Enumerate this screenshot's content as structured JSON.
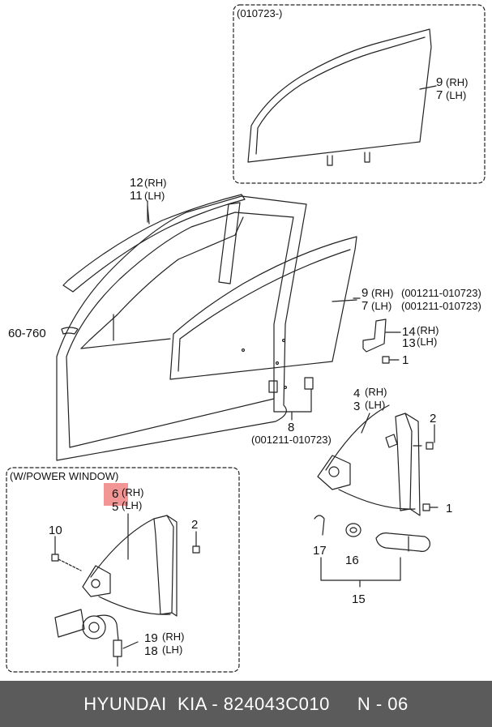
{
  "boxes": {
    "top_label": "(010723-)",
    "power_label": "(W/POWER WINDOW)"
  },
  "callouts": {
    "glass_top": {
      "num": "9",
      "rh": "(RH)",
      "num2": "7",
      "lh": "(LH)"
    },
    "weatherstrip": {
      "num": "12",
      "rh": "(RH)",
      "num2": "11",
      "lh": "(LH)"
    },
    "glass_mid": {
      "num": "9",
      "rh": "(RH)",
      "num2": "7",
      "lh": "(LH)",
      "range1": "(001211-010723)",
      "range2": "(001211-010723)"
    },
    "ref_code": "60-760",
    "bracket": {
      "num": "14",
      "rh": "(RH)",
      "num2": "13",
      "lh": "(LH)"
    },
    "bolt1": "1",
    "channel": {
      "num": "8",
      "range": "(001211-010723)"
    },
    "manual_reg": {
      "num": "4",
      "rh": "(RH)",
      "num2": "3",
      "lh": "(LH)"
    },
    "nut2": "2",
    "bolt1b": "1",
    "power_reg": {
      "num": "6",
      "rh": "(RH)",
      "num2": "5",
      "lh": "(LH)"
    },
    "bolt10": "10",
    "nut2b": "2",
    "motor": {
      "num": "19",
      "rh": "(RH)",
      "num2": "18",
      "lh": "(LH)"
    },
    "handle": {
      "clip": "17",
      "washer": "16",
      "assy": "15"
    }
  },
  "colors": {
    "line": "#222222",
    "highlight": "#f08a8a",
    "footer_bg": "#5b5b5b",
    "footer_text": "#ffffff"
  },
  "footer": {
    "brand": "HYUNDAI  KIA - 824043C010",
    "page": "N - 06"
  }
}
